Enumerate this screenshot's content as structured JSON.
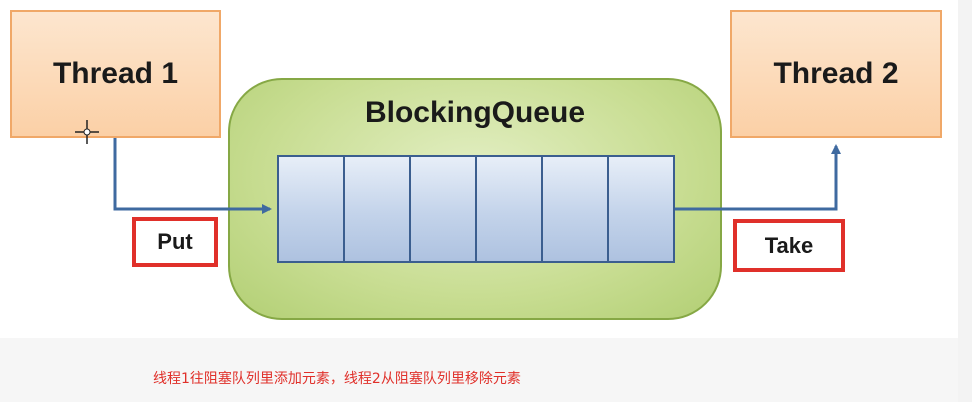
{
  "diagram": {
    "thread1_label": "Thread 1",
    "thread2_label": "Thread 2",
    "queue_title": "BlockingQueue",
    "queue_slot_count": 6,
    "put_label": "Put",
    "take_label": "Take",
    "caption": "线程1往阻塞队列里添加元素，线程2从阻塞队列里移除元素"
  },
  "colors": {
    "thread_fill": "#fbd0a6",
    "thread_border": "#f0a868",
    "queue_fill": "#c8dd92",
    "queue_border": "#86a845",
    "slot_fill": "#c3d3ea",
    "slot_border": "#3b5e8f",
    "arrow": "#3f6aa0",
    "highlight": "#e0302a"
  }
}
